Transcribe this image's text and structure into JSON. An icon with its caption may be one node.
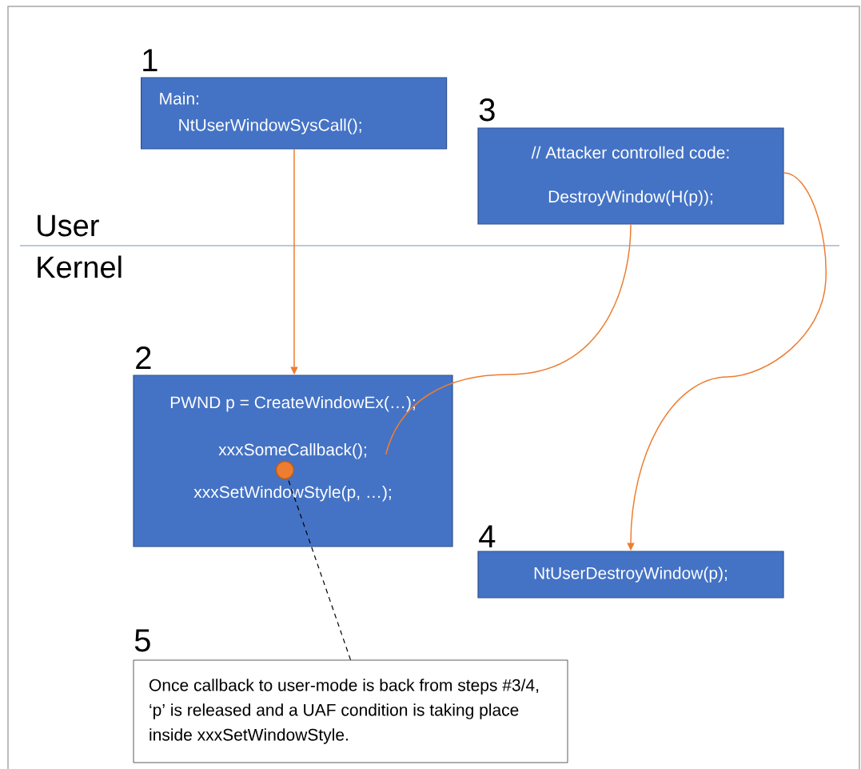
{
  "diagram": {
    "nodes": [
      {
        "text": [
          "1",
          "Main:",
          "NtUserWindowSysCall();"
        ]
      },
      {
        "text": [
          "2",
          "PWND p = CreateWindowEx(…);",
          "xxxSomeCallback();",
          "xxxSetWindowStyle(p, …);"
        ]
      },
      {
        "text": [],
        "shape": "circle",
        "in": 1
      },
      {
        "text": [
          "3",
          "// Attacker controlled code:",
          "DestroyWindow(H(p));"
        ]
      },
      {
        "text": [
          "4",
          "NtUserDestroyWindow(p);"
        ]
      },
      {
        "text": [
          "5",
          "Once callback to user-mode is back from steps #3/4, ‘p’ is released and a UAF condition is taking place inside xxxSetWindowStyle."
        ]
      }
    ],
    "edges": [
      {
        "from": 0,
        "to": 1,
        "arrow": "to"
      },
      {
        "from": 1,
        "to": 3,
        "arrow": "none"
      },
      {
        "from": 3,
        "to": 4,
        "arrow": "to"
      },
      {
        "from": 5,
        "to": 2,
        "arrow": "none",
        "style": "dashed",
        "color": "#000000"
      }
    ],
    "labels": [
      "User",
      "Kernel"
    ]
  }
}
